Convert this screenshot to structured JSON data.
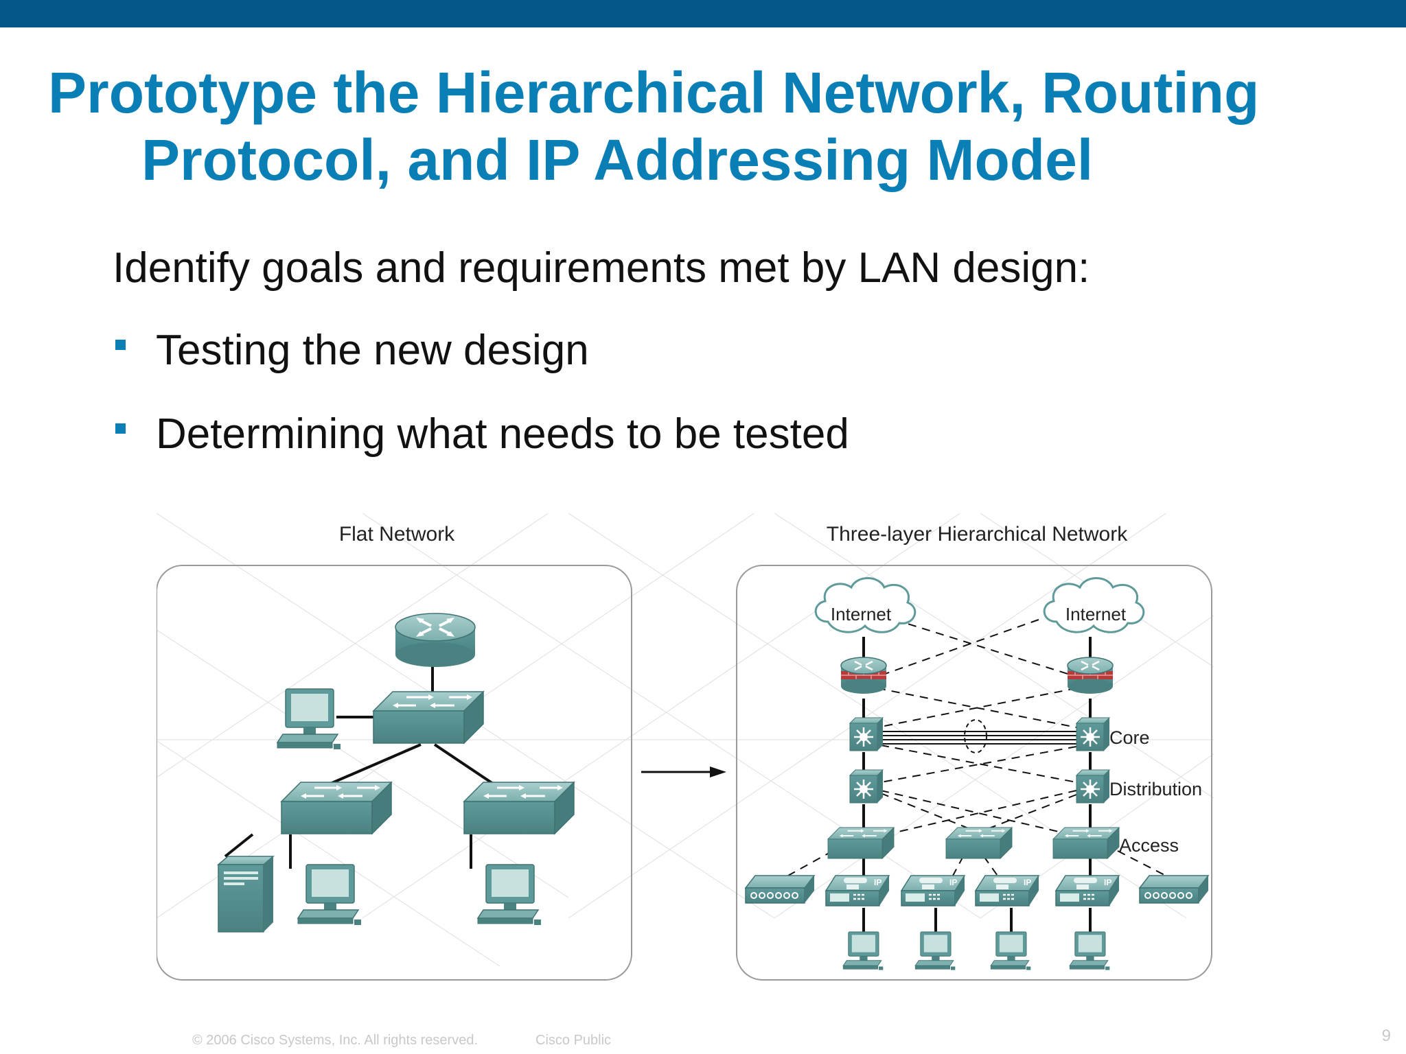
{
  "slide": {
    "title_line1": "Prototype the Hierarchical Network, Routing",
    "title_line2": "Protocol, and IP Addressing Model",
    "intro": "Identify goals and requirements met by LAN design:",
    "bullets": [
      "Testing the new design",
      "Determining what needs to be tested"
    ]
  },
  "diagram": {
    "flat_title": "Flat Network",
    "hier_title": "Three-layer Hierarchical Network",
    "internet_left": "Internet",
    "internet_right": "Internet",
    "layer_core": "Core",
    "layer_distribution": "Distribution",
    "layer_access": "Access",
    "phone_label": "IP"
  },
  "footer": {
    "copyright": "© 2006 Cisco Systems, Inc. All rights reserved.",
    "classification": "Cisco Public",
    "page": "9"
  },
  "colors": {
    "top_bar": "#045887",
    "title": "#0a7fb5",
    "device": "#5f9a9a"
  },
  "icons": [
    "router-icon",
    "switch-icon",
    "workstation-icon",
    "server-icon",
    "firewall-router-icon",
    "multilayer-switch-icon",
    "ip-phone-icon",
    "hub-icon",
    "cloud-icon",
    "arrow-right-icon"
  ]
}
